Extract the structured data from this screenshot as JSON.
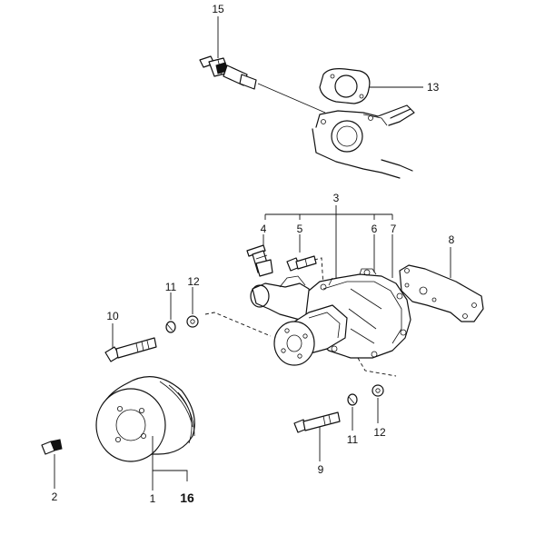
{
  "callouts": {
    "c1": "1",
    "c2": "2",
    "c3": "3",
    "c4": "4",
    "c5": "5",
    "c6": "6",
    "c7": "7",
    "c8": "8",
    "c9": "9",
    "c10": "10",
    "c11a": "11",
    "c11b": "11",
    "c12a": "12",
    "c12b": "12",
    "c13": "13",
    "c15": "15",
    "c16": "16"
  }
}
